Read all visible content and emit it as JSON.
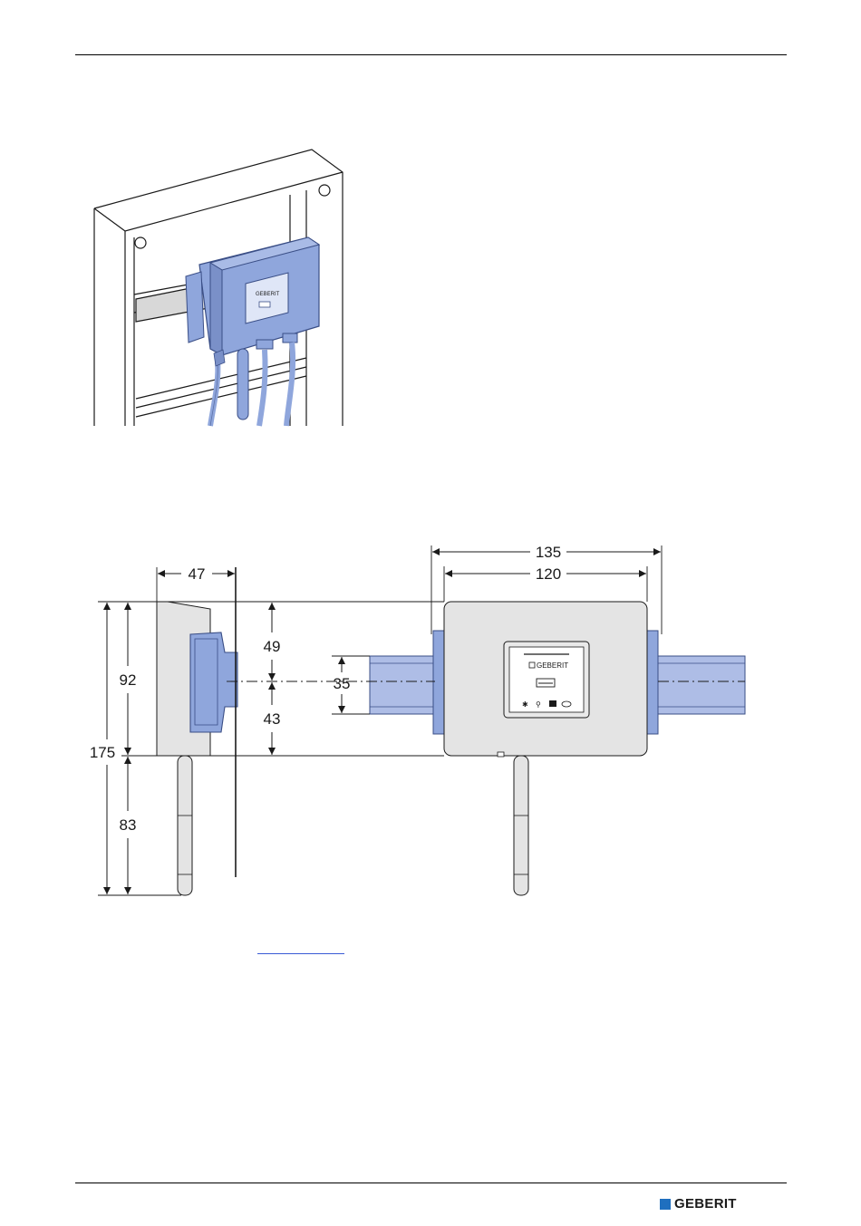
{
  "header": {
    "rule": true
  },
  "figure_mounting": {
    "device_brand": "GEBERIT"
  },
  "figure_dimensions": {
    "dims": {
      "side_depth": "47",
      "total_height": "175",
      "body_height": "92",
      "antenna_height": "83",
      "upper_to_rail": "49",
      "lower_to_rail": "43",
      "rail_height": "35",
      "overall_width": "135",
      "body_width": "120"
    },
    "device_brand": "GEBERIT"
  },
  "footer": {
    "brand": "GEBERIT",
    "brand_color": "#1f6fbf"
  },
  "colors": {
    "device_blue": "#8fa6dc",
    "device_outline": "#3a4e86",
    "housing_gray": "#e4e4e4"
  }
}
